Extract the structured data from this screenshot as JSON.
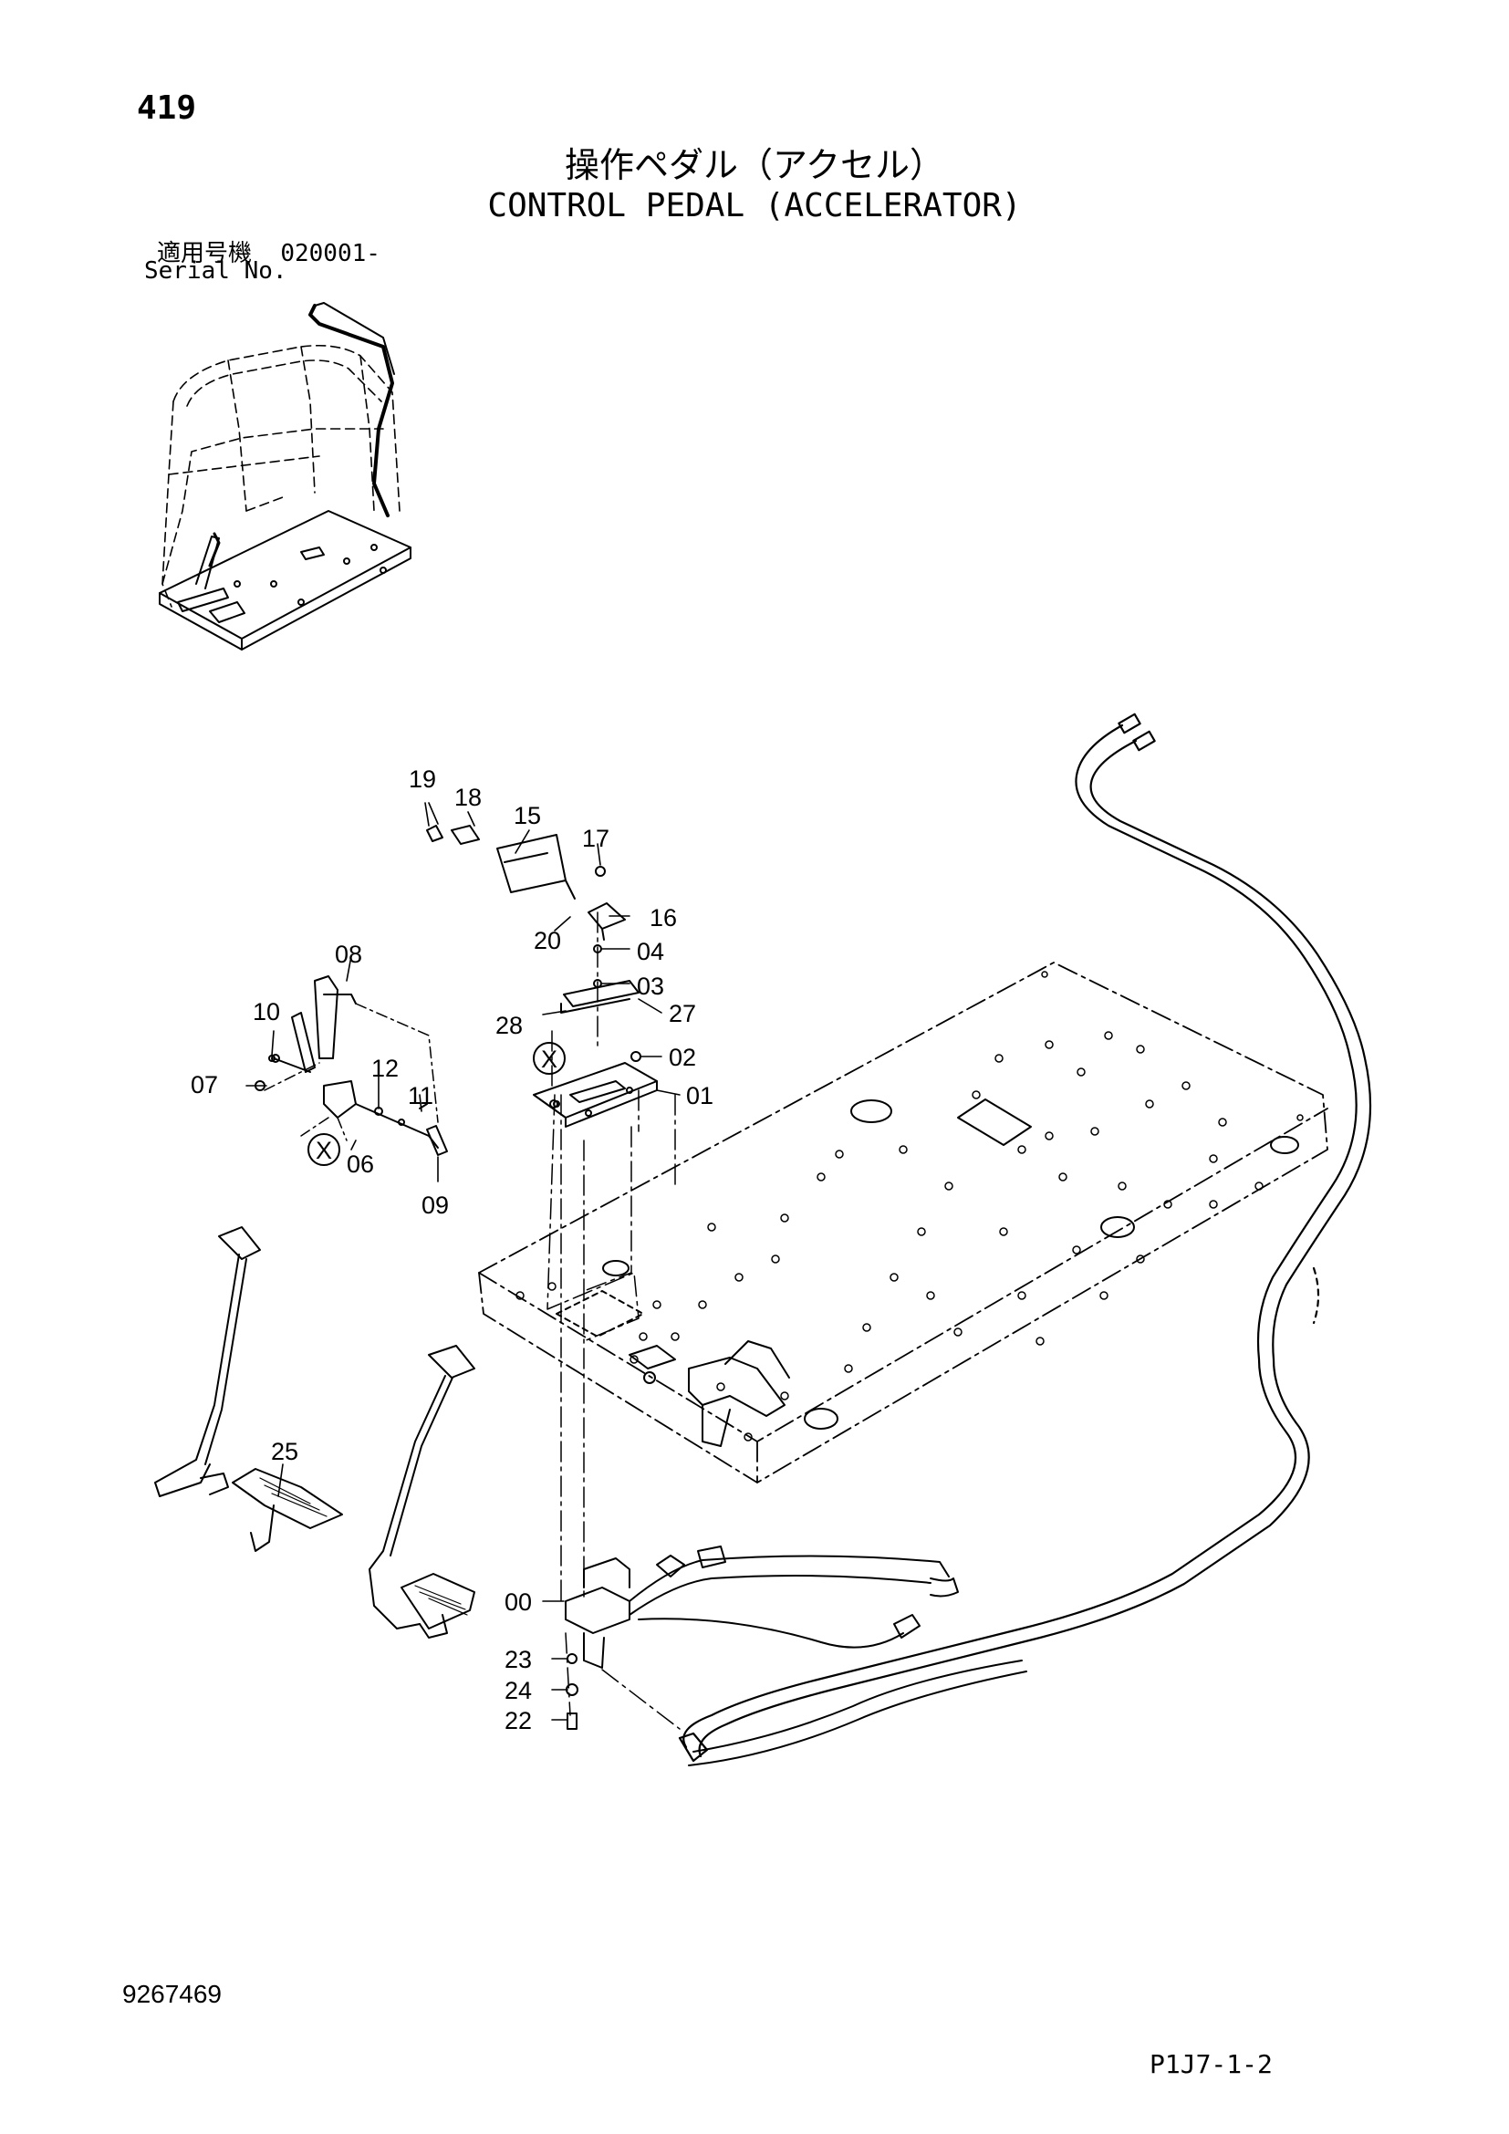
{
  "header": {
    "page_number": "419",
    "title_jp": "操作ペダル（アクセル）",
    "title_en": "CONTROL PEDAL (ACCELERATOR)",
    "serial_label_jp": "適用号機",
    "serial_value": "020001-",
    "serial_label_en": "Serial No."
  },
  "callouts": [
    {
      "id": "c19",
      "label": "19"
    },
    {
      "id": "c18",
      "label": "18"
    },
    {
      "id": "c15",
      "label": "15"
    },
    {
      "id": "c17",
      "label": "17"
    },
    {
      "id": "c16",
      "label": "16"
    },
    {
      "id": "c20",
      "label": "20"
    },
    {
      "id": "c04",
      "label": "04"
    },
    {
      "id": "c03",
      "label": "03"
    },
    {
      "id": "c08",
      "label": "08"
    },
    {
      "id": "c28",
      "label": "28"
    },
    {
      "id": "c27",
      "label": "27"
    },
    {
      "id": "c10",
      "label": "10"
    },
    {
      "id": "c02",
      "label": "02"
    },
    {
      "id": "c12",
      "label": "12"
    },
    {
      "id": "c07",
      "label": "07"
    },
    {
      "id": "c11",
      "label": "11"
    },
    {
      "id": "c01",
      "label": "01"
    },
    {
      "id": "c06",
      "label": "06"
    },
    {
      "id": "c09",
      "label": "09"
    },
    {
      "id": "c25",
      "label": "25"
    },
    {
      "id": "c00",
      "label": "00"
    },
    {
      "id": "c23",
      "label": "23"
    },
    {
      "id": "c24",
      "label": "24"
    },
    {
      "id": "c22",
      "label": "22"
    }
  ],
  "reference_markers": [
    "X",
    "X"
  ],
  "footer": {
    "document_number": "9267469",
    "page_code": "P1J7-1-2"
  }
}
